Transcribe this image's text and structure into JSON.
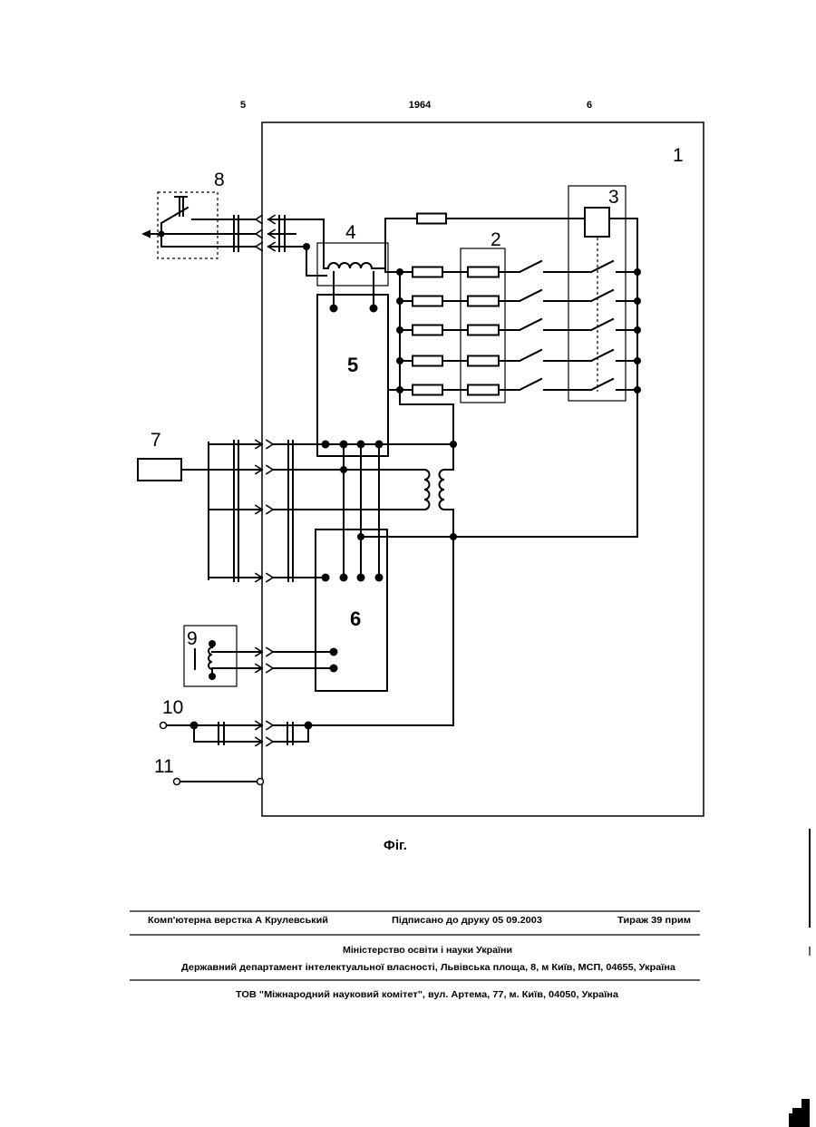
{
  "header": {
    "left": "5",
    "center": "1964",
    "right": "6"
  },
  "figure": {
    "labels": {
      "l1": "1",
      "l2": "2",
      "l3": "3",
      "l4": "4",
      "l5": "5",
      "l6": "6",
      "l7": "7",
      "l8": "8",
      "l9": "9",
      "l10": "10",
      "l11": "11"
    },
    "caption": "Фіг."
  },
  "footer": {
    "layout": "Комп'ютерна верстка А Крулевський",
    "signed": "Підписано до друку 05 09.2003",
    "circulation": "Тираж 39 прим",
    "ministry": "Міністерство освіти і науки України",
    "department": "Державний департамент інтелектуальної власності, Львівська площа, 8, м Київ, МСП, 04655, Україна",
    "publisher": "ТОВ \"Міжнародний науковий комітет\", вул. Артема, 77, м. Київ, 04050, Україна"
  }
}
